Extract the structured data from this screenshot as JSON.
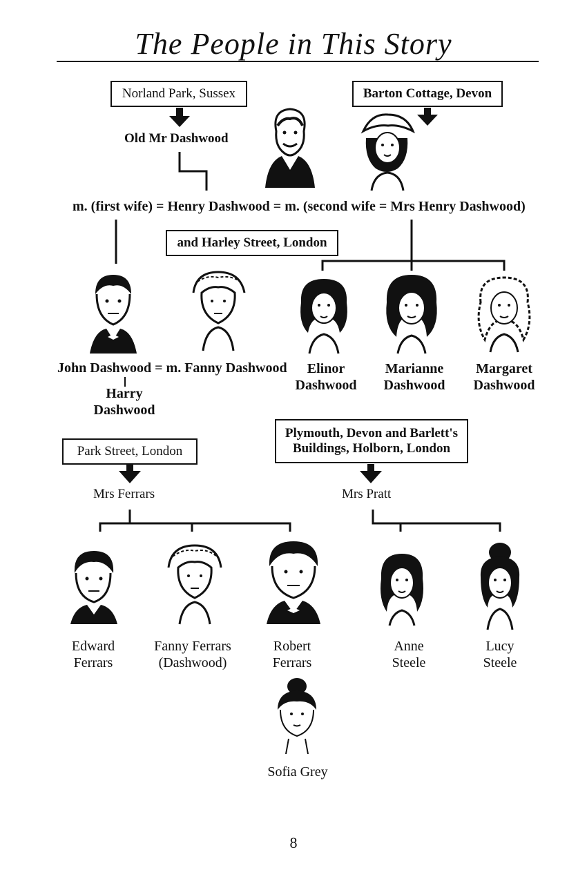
{
  "page": {
    "title": "The People in This Story",
    "page_number": "8"
  },
  "places": {
    "norland": "Norland Park, Sussex",
    "barton": "Barton Cottage, Devon",
    "harley": "and Harley Street, London",
    "park_street": "Park Street, London",
    "plymouth_line1": "Plymouth, Devon and Barlett's",
    "plymouth_line2": "Buildings, Holborn, London"
  },
  "people": {
    "old_mr": "Old Mr Dashwood",
    "marriage_line": "m. (first wife) = Henry Dashwood = m. (second wife = Mrs Henry Dashwood)",
    "john_fanny": "John Dashwood = m. Fanny Dashwood",
    "harry_1": "Harry",
    "harry_2": "Dashwood",
    "elinor_1": "Elinor",
    "elinor_2": "Dashwood",
    "marianne_1": "Marianne",
    "marianne_2": "Dashwood",
    "margaret_1": "Margaret",
    "margaret_2": "Dashwood",
    "mrs_ferrars": "Mrs Ferrars",
    "mrs_pratt": "Mrs Pratt",
    "edward_1": "Edward",
    "edward_2": "Ferrars",
    "fanny_1": "Fanny Ferrars",
    "fanny_2": "(Dashwood)",
    "robert_1": "Robert",
    "robert_2": "Ferrars",
    "anne_1": "Anne",
    "anne_2": "Steele",
    "lucy_1": "Lucy",
    "lucy_2": "Steele",
    "sofia": "Sofia Grey"
  },
  "colors": {
    "ink": "#111111",
    "paper": "#ffffff"
  },
  "icons": [
    "arrow-down-icon",
    "portrait-icon"
  ]
}
